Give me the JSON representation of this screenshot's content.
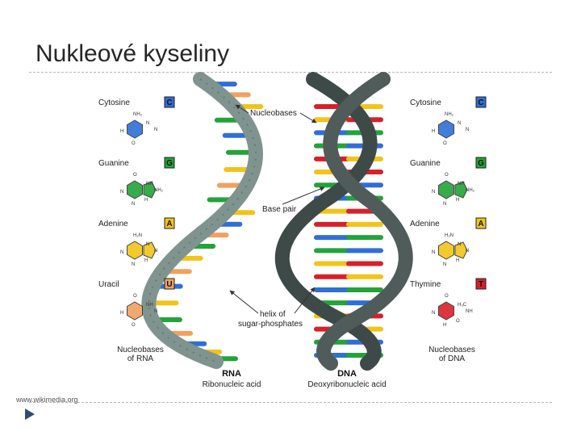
{
  "slide": {
    "title": "Nukleové kyseliny",
    "credit": "www.wikimedia.org"
  },
  "colors": {
    "cytosine": "#2f6fd6",
    "guanine": "#23a33a",
    "adenine": "#f2c418",
    "uracil": "#f0a060",
    "thymine": "#d8202a",
    "rna_backbone": "#7f948e",
    "dna_backbone": "#3e4a48"
  },
  "diagram": {
    "rna_bases": [
      {
        "name": "Cytosine",
        "letter": "C",
        "atoms": [
          "NH₂",
          "N",
          "N",
          "H",
          "O"
        ]
      },
      {
        "name": "Guanine",
        "letter": "G",
        "atoms": [
          "O",
          "NH",
          "NH₂",
          "N",
          "N",
          "H"
        ]
      },
      {
        "name": "Adenine",
        "letter": "A",
        "atoms": [
          "H₂N",
          "N",
          "N",
          "N",
          "N",
          "H"
        ]
      },
      {
        "name": "Uracil",
        "letter": "U",
        "atoms": [
          "O",
          "NH",
          "N",
          "H",
          "O"
        ]
      }
    ],
    "dna_bases": [
      {
        "name": "Cytosine",
        "letter": "C",
        "atoms": [
          "NH₂",
          "N",
          "N",
          "H",
          "O"
        ]
      },
      {
        "name": "Guanine",
        "letter": "G",
        "atoms": [
          "O",
          "NH",
          "NH₂",
          "N",
          "N",
          "H"
        ]
      },
      {
        "name": "Adenine",
        "letter": "A",
        "atoms": [
          "H₂N",
          "N",
          "N",
          "N",
          "N",
          "H"
        ]
      },
      {
        "name": "Thymine",
        "letter": "T",
        "atoms": [
          "O",
          "H₃C",
          "NH",
          "N",
          "H",
          "O"
        ]
      }
    ],
    "callouts": {
      "nucleobases": "Nucleobases",
      "base_pair": "Base pair",
      "helix_line1": "helix of",
      "helix_line2": "sugar-phosphates"
    },
    "rna_caption": [
      "Nucleobases",
      "of RNA"
    ],
    "dna_caption": [
      "Nucleobases",
      "of DNA"
    ],
    "rna_label": "RNA",
    "rna_full": "Ribonucleic acid",
    "dna_label": "DNA",
    "dna_full": "Deoxyribonucleic acid"
  }
}
